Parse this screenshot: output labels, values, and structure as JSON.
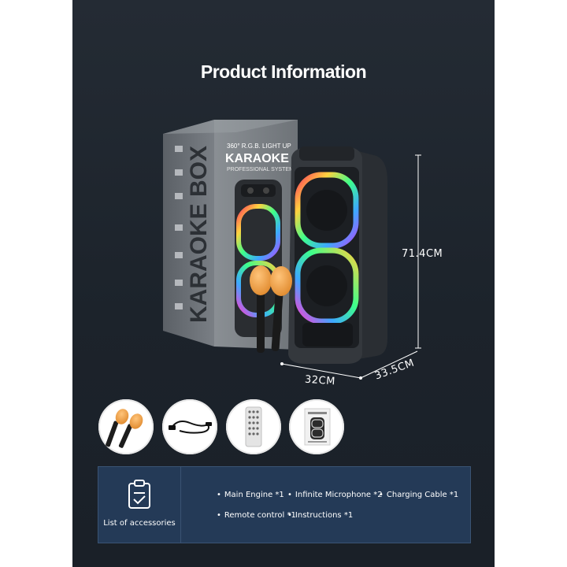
{
  "title": "Product Information",
  "box_text": {
    "model": "KARAOKE BOX",
    "side": "KARAOKE BOX",
    "tagline": "360° R.G.B. LIGHT UP",
    "subtitle": "PROFESSIONAL SYSTEM"
  },
  "dimensions": {
    "height": "71.4CM",
    "width": "32CM",
    "depth": "33.5CM"
  },
  "accessory_icons": [
    "microphones",
    "charging-cable",
    "remote-control",
    "instructions"
  ],
  "accessories": {
    "label": "List of accessories",
    "icon": "clipboard-check-icon",
    "items": [
      "Main Engine *1",
      "Infinite Microphone *2",
      "Charging Cable *1",
      "Remote control *1",
      "Instructions *1"
    ]
  },
  "colors": {
    "background": "#1f262e",
    "panel": "#243a57",
    "ring_gradient": [
      "#ff3d5a",
      "#ffd23f",
      "#3dff8a",
      "#3da8ff",
      "#b04dff"
    ],
    "mic_foam": "#f2a64a"
  }
}
